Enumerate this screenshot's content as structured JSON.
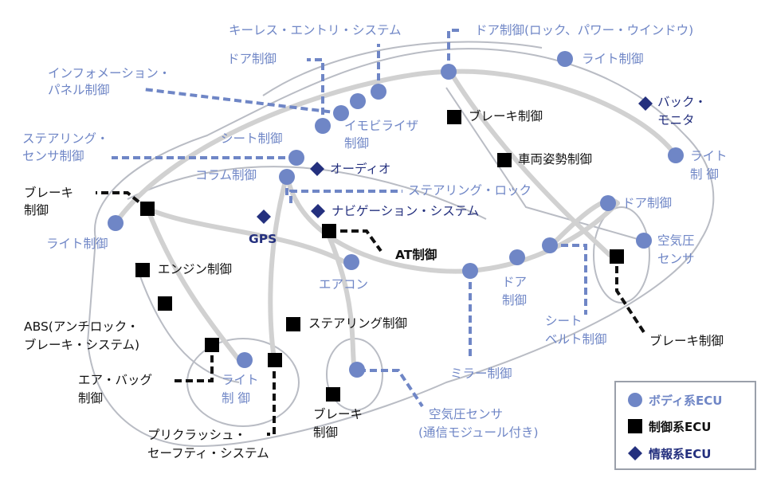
{
  "colors": {
    "body_ecu": "#6f86c6",
    "control_ecu": "#000000",
    "info_ecu": "#24307e",
    "wiring": "#cfcfcf",
    "car_outline": "#b9bcc4"
  },
  "legend": {
    "body": "ボディ系ECU",
    "control": "制御系ECU",
    "info": "情報系ECU"
  },
  "labels": {
    "keyless": "キーレス・エントリ・システム",
    "door_lock_power": "ドア制御(ロック、パワー・ウインドウ)",
    "door_top": "ドア制御",
    "light_top": "ライト制御",
    "info_panel_1": "インフォメーション・",
    "info_panel_2": "パネル制御",
    "immobilizer_1": "イモビライザ",
    "immobilizer_2": "制御",
    "brake_top": "ブレーキ制御",
    "back_monitor_1": "バック・",
    "back_monitor_2": "モニタ",
    "steering_sensor_1": "ステアリング・",
    "steering_sensor_2": "センサ制御",
    "seat": "シート制御",
    "vehicle_attitude": "車両姿勢制御",
    "light_rear_1": "ライト",
    "light_rear_2": "制 御",
    "column": "コラム制御",
    "audio": "オーディオ",
    "brake_left_1": "ブレーキ",
    "brake_left_2": "制御",
    "steering_lock": "ステアリング・ロック",
    "door_rear": "ドア制御",
    "navigation": "ナビゲーション・システム",
    "gps": "GPS",
    "light_left": "ライト制御",
    "air_pressure_rear_1": "空気圧",
    "air_pressure_rear_2": "センサ",
    "at": "AT制御",
    "engine": "エンジン制御",
    "aircon": "エアコン",
    "door_mid_1": "ドア",
    "door_mid_2": "制御",
    "abs_1": "ABS(アンチロック・",
    "abs_2": "ブレーキ・システム)",
    "steering_ctrl": "ステアリング制御",
    "seatbelt_1": "シート",
    "seatbelt_2": "ベルト制御",
    "brake_right": "ブレーキ制御",
    "airbag_1": "エア・バッグ",
    "airbag_2": "制御",
    "light_front_1": "ライト",
    "light_front_2": "制 御",
    "mirror": "ミラー制御",
    "brake_front_1": "ブレーキ",
    "brake_front_2": "制御",
    "air_pressure_front_1": "空気圧センサ",
    "air_pressure_front_2": "(通信モジュール付き)",
    "precrash_1": "プリクラッシュ・",
    "precrash_2": "セーフティ・システム"
  }
}
